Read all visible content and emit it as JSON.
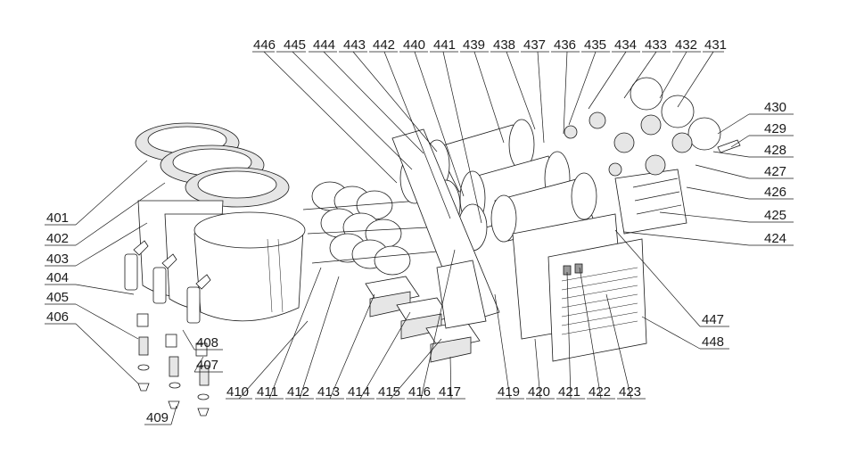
{
  "labels": {
    "top": [
      "446",
      "445",
      "444",
      "443",
      "442",
      "440",
      "441",
      "439",
      "438",
      "437",
      "436",
      "435",
      "434",
      "433",
      "432",
      "431"
    ],
    "right": [
      "430",
      "429",
      "428",
      "427",
      "426",
      "425",
      "424"
    ],
    "left": [
      "401",
      "402",
      "403",
      "404",
      "405",
      "406"
    ],
    "bottom": [
      "410",
      "411",
      "412",
      "413",
      "414",
      "415",
      "416",
      "417",
      "419",
      "420",
      "421",
      "422",
      "423"
    ],
    "lower_right": [
      "447",
      "448"
    ],
    "lower_mid": [
      "408",
      "407"
    ],
    "bottom_left": [
      "409"
    ]
  }
}
